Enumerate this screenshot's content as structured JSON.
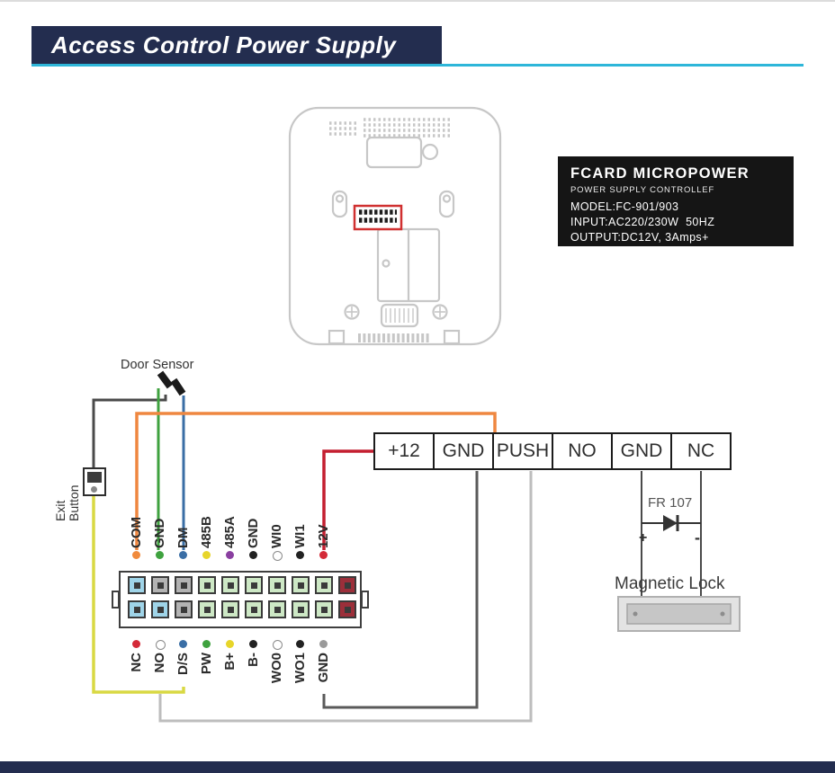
{
  "header": {
    "title": "Access Control Power Supply",
    "bar_color": "#232d4f",
    "rule_color": "#2eb6d9"
  },
  "footer": {
    "bar_color": "#232d4f"
  },
  "info_box": {
    "bg": "#151515",
    "title": "FCARD MICROPOWER",
    "subtitle": "POWER SUPPLY CONTROLLEF",
    "model": "MODEL:FC-901/903",
    "input": "INPUT:AC220/230W  50HZ",
    "output": "OUTPUT:DC12V, 3Amps+"
  },
  "power_supply_terminals": [
    "+12",
    "GND",
    "PUSH",
    "NO",
    "GND",
    "NC"
  ],
  "controller": {
    "top_pins": [
      {
        "label": "COM",
        "dot_color": "#f08a3c"
      },
      {
        "label": "GND",
        "dot_color": "#3fa23f"
      },
      {
        "label": "DM",
        "dot_color": "#3a6ea5"
      },
      {
        "label": "485B",
        "dot_color": "#e7d52a"
      },
      {
        "label": "485A",
        "dot_color": "#8a3fa0"
      },
      {
        "label": "GND",
        "dot_color": "#222222"
      },
      {
        "label": "WI0",
        "dot_color": "#ffffff"
      },
      {
        "label": "WI1",
        "dot_color": "#222222"
      },
      {
        "label": "12V",
        "dot_color": "#d42a38"
      }
    ],
    "bottom_pins": [
      {
        "label": "NC",
        "dot_color": "#d42a38"
      },
      {
        "label": "NO",
        "dot_color": "#ffffff"
      },
      {
        "label": "D/S",
        "dot_color": "#3a6ea5"
      },
      {
        "label": "PW",
        "dot_color": "#3fa23f"
      },
      {
        "label": "B+",
        "dot_color": "#e7d52a"
      },
      {
        "label": "B-",
        "dot_color": "#222222"
      },
      {
        "label": "WO0",
        "dot_color": "#ffffff"
      },
      {
        "label": "WO1",
        "dot_color": "#222222"
      },
      {
        "label": "GND",
        "dot_color": "#9a9a9a"
      }
    ],
    "connector_colors_top": [
      "#9fd4e8",
      "#b3b3b3",
      "#b3b3b3",
      "#cde8c5",
      "#cde8c5",
      "#cde8c5",
      "#cde8c5",
      "#cde8c5",
      "#cde8c5",
      "#9c2f3a"
    ],
    "connector_colors_bottom": [
      "#9fd4e8",
      "#9fd4e8",
      "#b3b3b3",
      "#cde8c5",
      "#cde8c5",
      "#cde8c5",
      "#cde8c5",
      "#cde8c5",
      "#cde8c5",
      "#9c2f3a"
    ]
  },
  "annotations": {
    "door_sensor": "Door Sensor",
    "exit_button": "Exit Button",
    "diode": "FR 107",
    "diode_plus": "+",
    "diode_minus": "-",
    "magnetic_lock": "Magnetic Lock"
  },
  "wires": {
    "sensor_common": "#4a4a4a",
    "sensor_gnd": "#3fa23f",
    "sensor_dm": "#3a6ea5",
    "com": "#ef8740",
    "v12": "#c41f30",
    "exit_button": "#d9d943",
    "gnd_to_power": "#5a5a5a",
    "no_to_push": "#bdbdbd",
    "lock": "#4a4a4a"
  }
}
